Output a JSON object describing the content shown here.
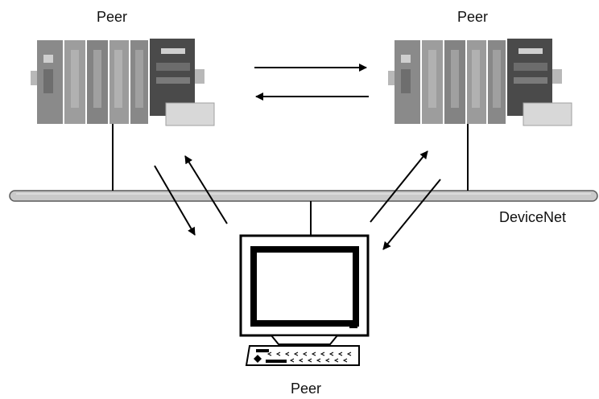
{
  "labels": {
    "peer_top_left": "Peer",
    "peer_top_right": "Peer",
    "peer_bottom": "Peer",
    "network": "DeviceNet"
  },
  "colors": {
    "line": "#000000",
    "bus_fill": "#c9c9c9",
    "bus_outline": "#5a5a5a",
    "device_body": "#8f8f8f",
    "device_dark": "#3a3a3a",
    "device_light": "#d8d8d8",
    "monitor_frame": "#000000",
    "background": "#ffffff"
  },
  "icons": {
    "controller_left": "plc-controller-icon",
    "controller_right": "plc-controller-icon",
    "computer": "computer-terminal-icon"
  }
}
